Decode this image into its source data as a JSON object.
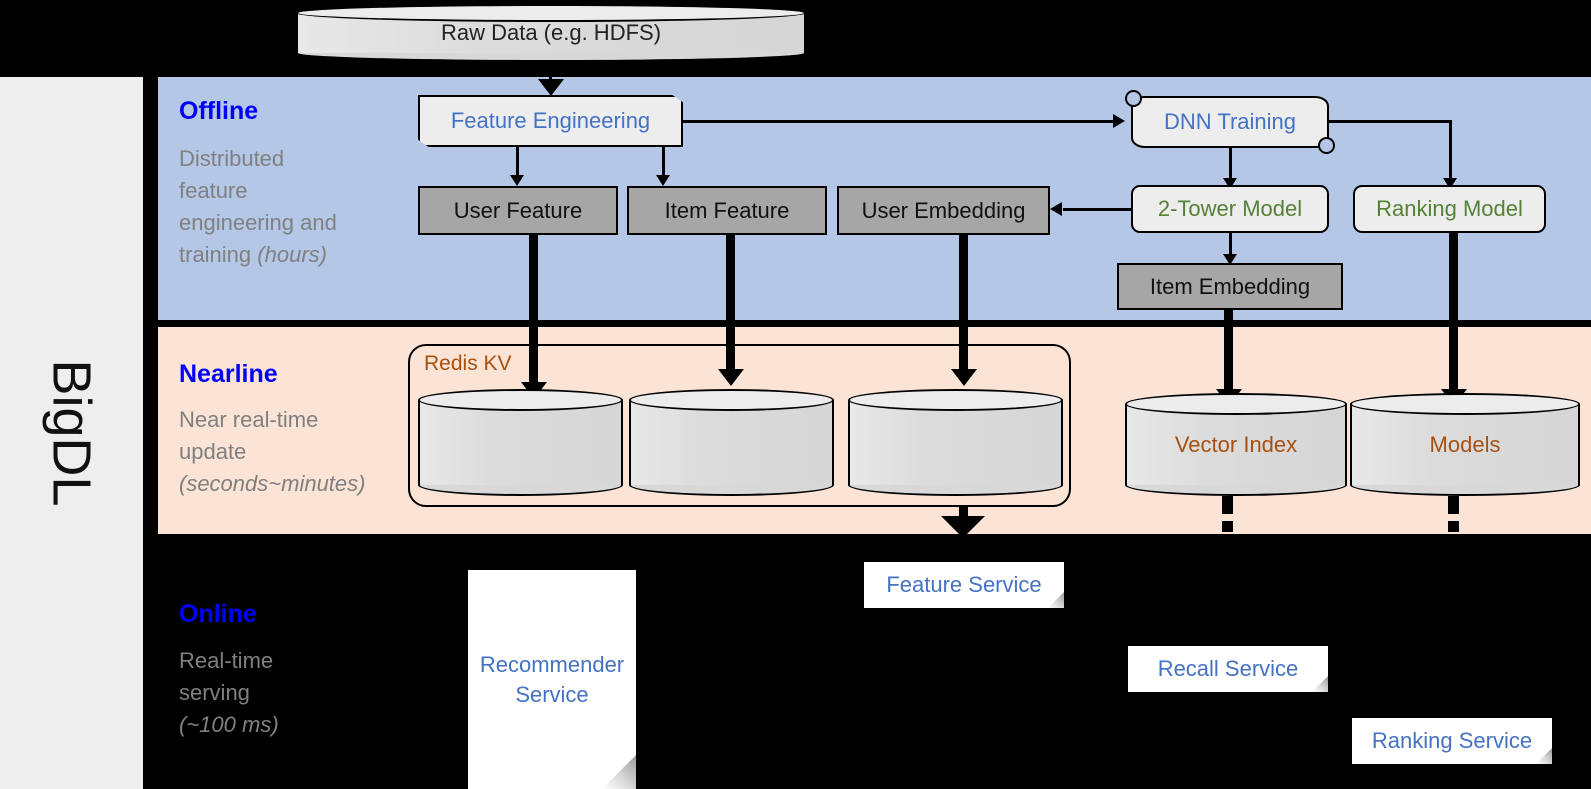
{
  "sidebar": {
    "brand": "BigDL"
  },
  "bands": {
    "offline": {
      "title": "Offline",
      "subtitle_lines": [
        "Distributed",
        "feature",
        "engineering and",
        "training "
      ],
      "subtitle_italic": "(hours)",
      "color": "#b4c7e7",
      "title_color": "#0000ff"
    },
    "nearline": {
      "title": "Nearline",
      "subtitle_lines": [
        "Near real-time",
        "update"
      ],
      "subtitle_italic": "(seconds~minutes)",
      "color": "#fbe4d5",
      "title_color": "#0000ff"
    },
    "online": {
      "title": "Online",
      "subtitle_lines": [
        "Real-time",
        "serving"
      ],
      "subtitle_italic": "(~100 ms)",
      "color": "#000000",
      "title_color": "#0000ff"
    }
  },
  "source": {
    "raw_data": "Raw Data (e.g. HDFS)"
  },
  "offline_nodes": {
    "feature_engineering": "Feature Engineering",
    "dnn_training": "DNN Training",
    "user_feature": "User Feature",
    "item_feature": "Item Feature",
    "user_embedding": "User Embedding",
    "two_tower_model": "2-Tower Model",
    "ranking_model": "Ranking Model",
    "item_embedding": "Item Embedding"
  },
  "nearline_nodes": {
    "redis_kv": "Redis KV",
    "store_1": "",
    "store_2": "",
    "store_3": "",
    "vector_index": "Vector Index",
    "models": "Models"
  },
  "online_nodes": {
    "recommender_service": "Recommender Service",
    "feature_service": "Feature Service",
    "recall_service": "Recall Service",
    "ranking_service": "Ranking Service"
  },
  "colors": {
    "offline_band": "#b4c7e7",
    "nearline_band": "#fbe4d5",
    "online_band": "#000000",
    "band_title": "#0000ff",
    "band_subtitle": "#808080",
    "blue_text": "#4472c4",
    "green_text": "#548235",
    "orange_text": "#a8500f",
    "grey_box": "#a6a6a6",
    "light_box": "#ededed",
    "rail": "#eeeeee"
  }
}
